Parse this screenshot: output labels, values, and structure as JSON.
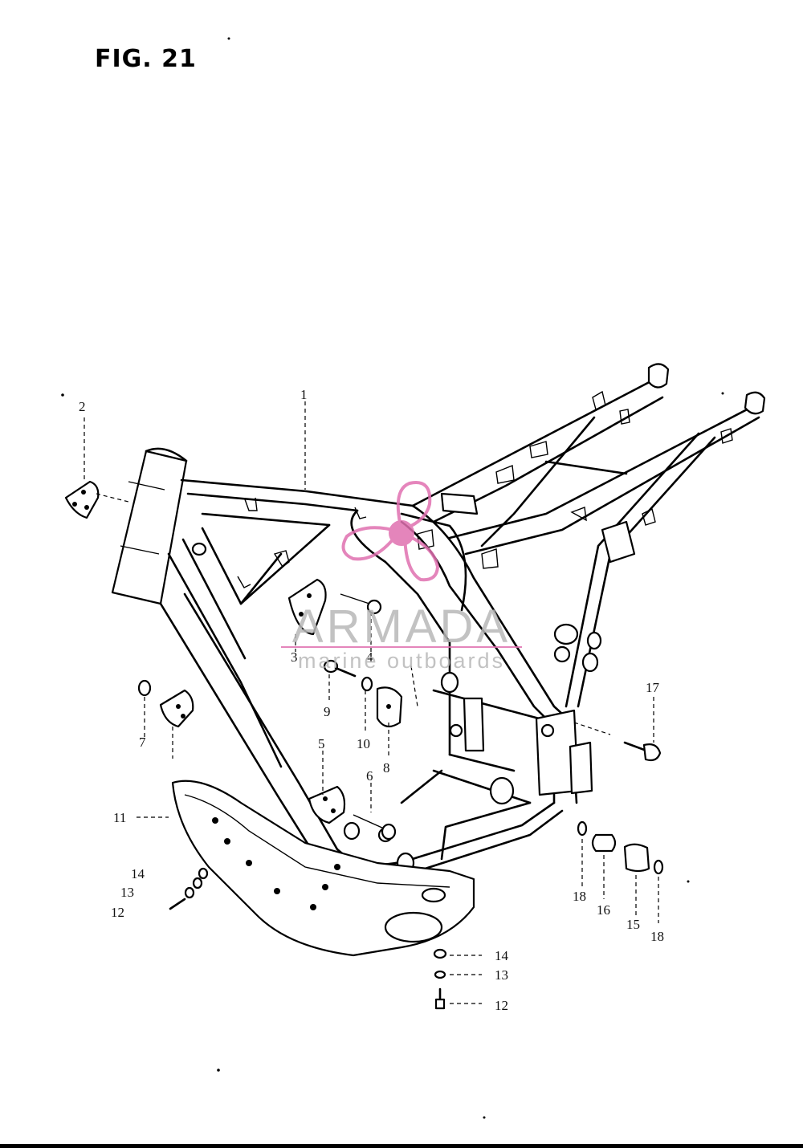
{
  "figure": {
    "title": "FIG. 21"
  },
  "watermark": {
    "brand": "ARMADA",
    "tagline": "marine outboards",
    "color": "#e070b0",
    "text_color": "#b8b8b8"
  },
  "callouts": [
    {
      "id": "c1",
      "label": "1"
    },
    {
      "id": "c2",
      "label": "2"
    },
    {
      "id": "c3",
      "label": "3"
    },
    {
      "id": "c4",
      "label": "4"
    },
    {
      "id": "c5",
      "label": "5"
    },
    {
      "id": "c6",
      "label": "6"
    },
    {
      "id": "c7",
      "label": "7"
    },
    {
      "id": "c8",
      "label": "8"
    },
    {
      "id": "c9",
      "label": "9"
    },
    {
      "id": "c10",
      "label": "10"
    },
    {
      "id": "c11",
      "label": "11"
    },
    {
      "id": "c12a",
      "label": "12"
    },
    {
      "id": "c13a",
      "label": "13"
    },
    {
      "id": "c14a",
      "label": "14"
    },
    {
      "id": "c14b",
      "label": "14"
    },
    {
      "id": "c13b",
      "label": "13"
    },
    {
      "id": "c12b",
      "label": "12"
    },
    {
      "id": "c15",
      "label": "15"
    },
    {
      "id": "c16",
      "label": "16"
    },
    {
      "id": "c17",
      "label": "17"
    },
    {
      "id": "c18a",
      "label": "18"
    },
    {
      "id": "c18b",
      "label": "18"
    }
  ]
}
